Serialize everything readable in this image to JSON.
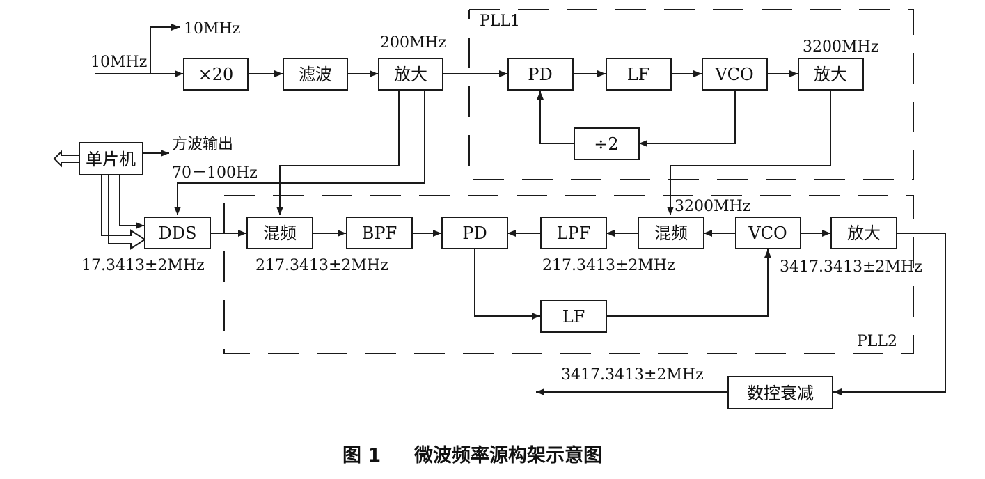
{
  "blocks": {
    "mult20": "×20",
    "filter": "滤波",
    "amp1": "放大",
    "pd1": "PD",
    "lf1": "LF",
    "vco1": "VCO",
    "amp2": "放大",
    "div2": "÷2",
    "mcu": "单片机",
    "dds": "DDS",
    "mixer1": "混频",
    "bpf": "BPF",
    "pd2": "PD",
    "lpf": "LPF",
    "mixer2": "混频",
    "vco2": "VCO",
    "amp3": "放大",
    "lf2": "LF",
    "atten": "数控衰减"
  },
  "labels": {
    "ref_in": "10MHz",
    "ref_out": "10MHz",
    "f200": "200MHz",
    "f3200_top": "3200MHz",
    "f3200_mid": "3200MHz",
    "square_out": "方波输出",
    "square_range": "70－100Hz",
    "dds_freq": "17.3413±2MHz",
    "if_freq1": "217.3413±2MHz",
    "if_freq2": "217.3413±2MHz",
    "vco2_freq": "3417.3413±2MHz",
    "out_freq": "3417.3413±2MHz",
    "pll1": "PLL1",
    "pll2": "PLL2"
  },
  "caption": {
    "number": "图 1",
    "title": "微波频率源构架示意图"
  }
}
